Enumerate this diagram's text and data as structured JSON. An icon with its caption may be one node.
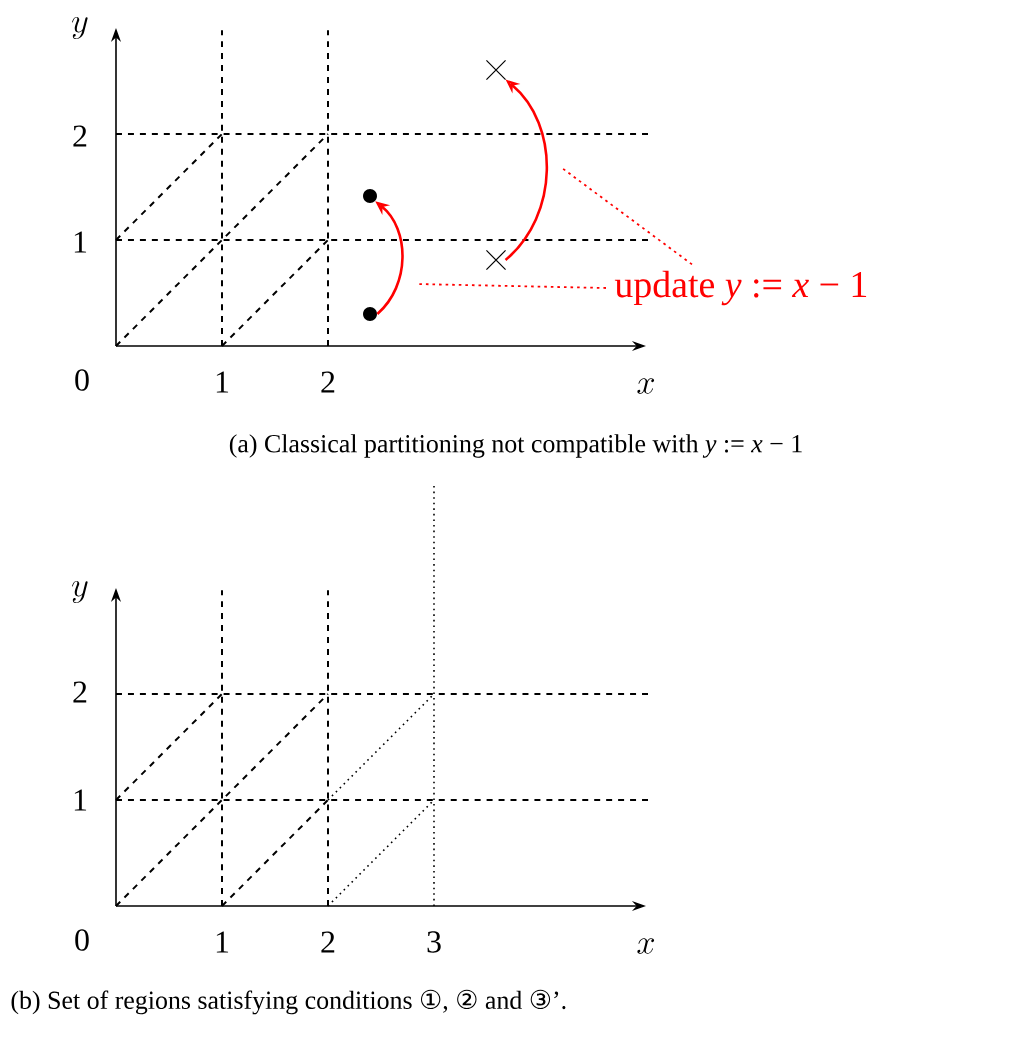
{
  "diagram": {
    "nodes": [
      {
        "text": [],
        "shape": "cross"
      },
      {
        "text": [],
        "shape": "circle"
      },
      {
        "text": [],
        "shape": "cross"
      },
      {
        "text": [],
        "shape": "circle"
      },
      {
        "text": [
          "update *y* := *x* − 1"
        ]
      }
    ],
    "edges": [
      {
        "from": 3,
        "to": 1,
        "arrow": "to",
        "color": "#ff0000"
      },
      {
        "from": 2,
        "to": 0,
        "arrow": "to",
        "color": "#ff0000"
      },
      {
        "from": 4,
        "to": null,
        "arrow": "none",
        "style": "dashed",
        "color": "#ff0000"
      },
      {
        "from": 4,
        "to": null,
        "arrow": "none",
        "style": "dashed",
        "color": "#ff0000"
      }
    ],
    "labels": [
      "y",
      "2",
      "1",
      "0",
      "1",
      "2",
      "x",
      "(a) Classical partitioning not compatible with *y* := *x* − 1",
      "y",
      "2",
      "1",
      "0",
      "1",
      "2",
      "3",
      "x",
      "(b) Set of regions satisfying conditions ①, ② and ③’."
    ]
  }
}
